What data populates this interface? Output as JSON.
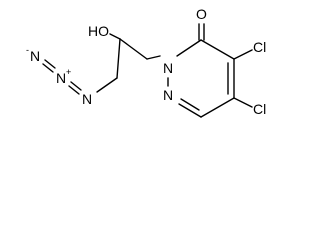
{
  "molecule": {
    "atom_labels": {
      "o_keto": "O",
      "n1": "N",
      "n2": "N",
      "cl4": "Cl",
      "cl5": "Cl",
      "hydroxyl": "HO",
      "azide_n_terminal": "N",
      "azide_n_central": "N",
      "azide_n_inner": "N"
    },
    "charges": {
      "azide_terminal": "-",
      "azide_central": "+"
    }
  },
  "colors": {
    "bond": "#000000",
    "text": "#000000",
    "background": "#ffffff"
  }
}
